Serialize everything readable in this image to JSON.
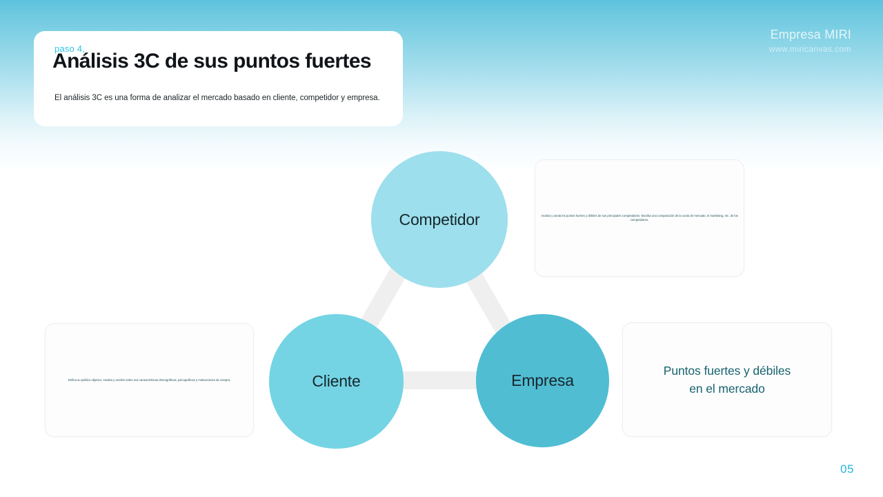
{
  "slide": {
    "page_number": "05",
    "accent_color": "#2ec4e6",
    "background_top_color": "#5cc2dd",
    "background_bottom_color": "#ffffff"
  },
  "brand": {
    "name": "Empresa MIRI",
    "url": "www.miricanvas.com"
  },
  "header": {
    "step": "paso 4,",
    "title": "Análisis 3C de sus puntos fuertes",
    "subtitle": "El análisis 3C es una forma de analizar el mercado basado en cliente, competidor y empresa."
  },
  "diagram": {
    "connector_color": "#efefef",
    "nodes": [
      {
        "id": "competidor",
        "label": "Competidor",
        "color": "#9ddfec"
      },
      {
        "id": "cliente",
        "label": "Cliente",
        "color": "#74d4e4"
      },
      {
        "id": "empresa",
        "label": "Empresa",
        "color": "#50bdd3"
      }
    ]
  },
  "boxes": {
    "competidor": {
      "text": "Analiza y anota los puntos fuertes y débiles de sus principales competidores. Escriba una comparación de la cuota de mercado, el marketing, etc. de los competidores."
    },
    "cliente": {
      "text": "Defina su público objetivo. Analiza y escribe sobre sus características demográficas, psicográficas y motivaciones de compra."
    },
    "empresa": {
      "title": "Puntos fuertes y débiles en el mercado",
      "line1": "Puntos fuertes y débiles",
      "line2": "en el mercado",
      "text_color": "#17626f"
    }
  }
}
